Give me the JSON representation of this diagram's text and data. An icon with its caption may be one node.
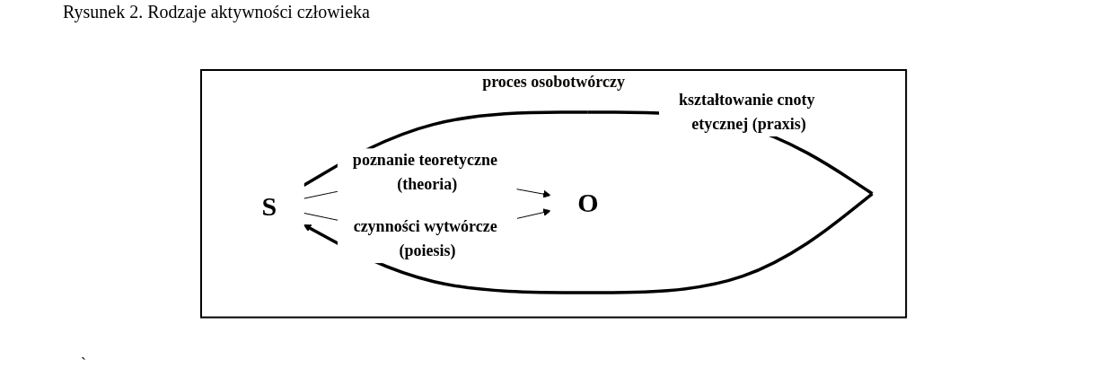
{
  "diagram": {
    "title": "Rysunek 2. Rodzaje aktywności człowieka",
    "nodes": [
      {
        "text": [
          "proces osobotwórczy"
        ]
      },
      {
        "text": [
          "S"
        ],
        "in": 0
      },
      {
        "text": [
          "O"
        ],
        "in": 0
      }
    ],
    "edges": [
      {
        "from": 1,
        "to": 1,
        "arrow": "to",
        "label": "kształtowanie cnoty etycznej (praxis)",
        "style": "thick"
      },
      {
        "from": 1,
        "to": 2,
        "arrow": "to",
        "label": "poznanie teoretyczne (theoria)"
      },
      {
        "from": 1,
        "to": 2,
        "arrow": "to",
        "label": "czynności wytwórcze (poiesis)"
      }
    ],
    "labels": [
      "`"
    ]
  }
}
